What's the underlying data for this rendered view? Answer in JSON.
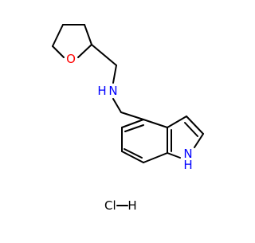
{
  "molecule": {
    "atom_labels": {
      "oxygen": "O",
      "amine_n": "N",
      "amine_h": "H",
      "indole_n": "N",
      "indole_h": "H"
    },
    "salt": {
      "cl": "Cl",
      "h": "H"
    },
    "colors": {
      "bond": "#000000",
      "oxygen": "#ff0000",
      "nitrogen": "#0000ff",
      "carbon_text": "#000000",
      "chlorine": "#000000"
    }
  }
}
